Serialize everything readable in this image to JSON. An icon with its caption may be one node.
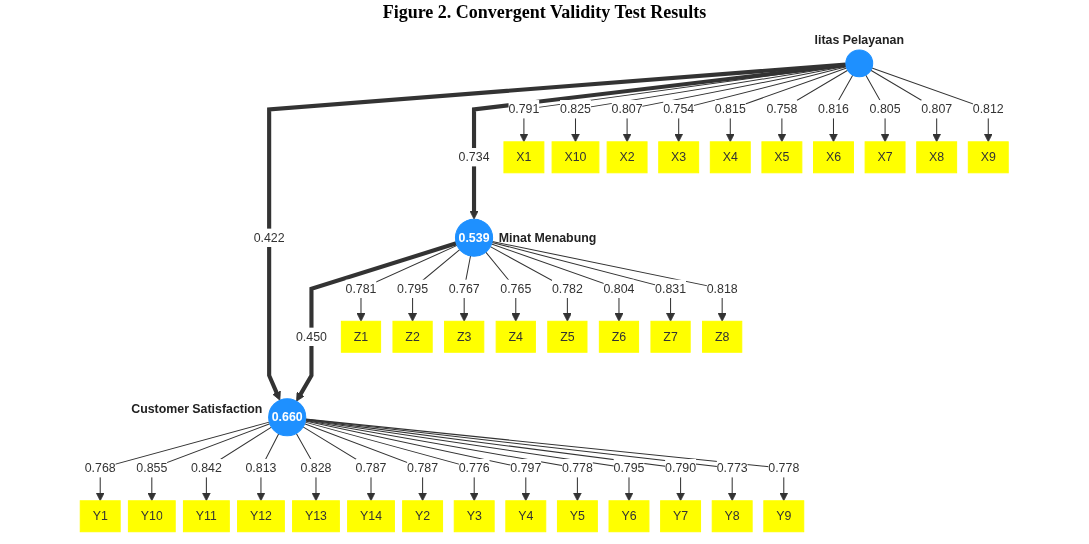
{
  "diagram": {
    "title": "Figure 2. Convergent Validity Test Results",
    "nodes": [
      {
        "text": [],
        "shape": "circle",
        "beside": [
          "litas Pelayanan"
        ]
      },
      {
        "text": [
          "0.660"
        ],
        "beside": [
          "Customer Satisfaction"
        ]
      },
      {
        "text": [
          "0.539"
        ],
        "beside": [
          "Minat Menabung"
        ]
      },
      {
        "text": [
          "X1"
        ]
      },
      {
        "text": [
          "X10"
        ]
      },
      {
        "text": [
          "X2"
        ]
      },
      {
        "text": [
          "X3"
        ]
      },
      {
        "text": [
          "X4"
        ]
      },
      {
        "text": [
          "X5"
        ]
      },
      {
        "text": [
          "X6"
        ]
      },
      {
        "text": [
          "X7"
        ]
      },
      {
        "text": [
          "X8"
        ]
      },
      {
        "text": [
          "X9"
        ]
      },
      {
        "text": [
          "Y1"
        ]
      },
      {
        "text": [
          "Y10"
        ]
      },
      {
        "text": [
          "Y11"
        ]
      },
      {
        "text": [
          "Y12"
        ]
      },
      {
        "text": [
          "Y13"
        ]
      },
      {
        "text": [
          "Y14"
        ]
      },
      {
        "text": [
          "Y2"
        ]
      },
      {
        "text": [
          "Y3"
        ]
      },
      {
        "text": [
          "Y4"
        ]
      },
      {
        "text": [
          "Y5"
        ]
      },
      {
        "text": [
          "Y6"
        ]
      },
      {
        "text": [
          "Y7"
        ]
      },
      {
        "text": [
          "Y8"
        ]
      },
      {
        "text": [
          "Y9"
        ]
      },
      {
        "text": [
          "Z1"
        ]
      },
      {
        "text": [
          "Z2"
        ]
      },
      {
        "text": [
          "Z3"
        ]
      },
      {
        "text": [
          "Z4"
        ]
      },
      {
        "text": [
          "Z5"
        ]
      },
      {
        "text": [
          "Z6"
        ]
      },
      {
        "text": [
          "Z7"
        ]
      },
      {
        "text": [
          "Z8"
        ]
      }
    ],
    "edges": [
      {
        "from": 0,
        "to": 1,
        "arrow": "to",
        "label": "0.422",
        "style": "thick"
      },
      {
        "from": 0,
        "to": 2,
        "arrow": "to",
        "label": "0.734",
        "style": "thick"
      },
      {
        "from": 2,
        "to": 1,
        "arrow": "to",
        "label": "0.450",
        "style": "thick"
      },
      {
        "from": 0,
        "to": 3,
        "arrow": "to",
        "label": "0.791"
      },
      {
        "from": 0,
        "to": 4,
        "arrow": "to",
        "label": "0.825"
      },
      {
        "from": 0,
        "to": 5,
        "arrow": "to",
        "label": "0.807"
      },
      {
        "from": 0,
        "to": 6,
        "arrow": "to",
        "label": "0.754"
      },
      {
        "from": 0,
        "to": 7,
        "arrow": "to",
        "label": "0.815"
      },
      {
        "from": 0,
        "to": 8,
        "arrow": "to",
        "label": "0.758"
      },
      {
        "from": 0,
        "to": 9,
        "arrow": "to",
        "label": "0.816"
      },
      {
        "from": 0,
        "to": 10,
        "arrow": "to",
        "label": "0.805"
      },
      {
        "from": 0,
        "to": 11,
        "arrow": "to",
        "label": "0.807"
      },
      {
        "from": 0,
        "to": 12,
        "arrow": "to",
        "label": "0.812"
      },
      {
        "from": 1,
        "to": 13,
        "arrow": "to",
        "label": "0.768"
      },
      {
        "from": 1,
        "to": 14,
        "arrow": "to",
        "label": "0.855"
      },
      {
        "from": 1,
        "to": 15,
        "arrow": "to",
        "label": "0.842"
      },
      {
        "from": 1,
        "to": 16,
        "arrow": "to",
        "label": "0.813"
      },
      {
        "from": 1,
        "to": 17,
        "arrow": "to",
        "label": "0.828"
      },
      {
        "from": 1,
        "to": 18,
        "arrow": "to",
        "label": "0.787"
      },
      {
        "from": 1,
        "to": 19,
        "arrow": "to",
        "label": "0.787"
      },
      {
        "from": 1,
        "to": 20,
        "arrow": "to",
        "label": "0.776"
      },
      {
        "from": 1,
        "to": 21,
        "arrow": "to",
        "label": "0.797"
      },
      {
        "from": 1,
        "to": 22,
        "arrow": "to",
        "label": "0.778"
      },
      {
        "from": 1,
        "to": 23,
        "arrow": "to",
        "label": "0.795"
      },
      {
        "from": 1,
        "to": 24,
        "arrow": "to",
        "label": "0.790"
      },
      {
        "from": 1,
        "to": 25,
        "arrow": "to",
        "label": "0.773"
      },
      {
        "from": 1,
        "to": 26,
        "arrow": "to",
        "label": "0.778"
      },
      {
        "from": 2,
        "to": 27,
        "arrow": "to",
        "label": "0.781"
      },
      {
        "from": 2,
        "to": 28,
        "arrow": "to",
        "label": "0.795"
      },
      {
        "from": 2,
        "to": 29,
        "arrow": "to",
        "label": "0.767"
      },
      {
        "from": 2,
        "to": 30,
        "arrow": "to",
        "label": "0.765"
      },
      {
        "from": 2,
        "to": 31,
        "arrow": "to",
        "label": "0.782"
      },
      {
        "from": 2,
        "to": 32,
        "arrow": "to",
        "label": "0.804"
      },
      {
        "from": 2,
        "to": 33,
        "arrow": "to",
        "label": "0.831"
      },
      {
        "from": 2,
        "to": 34,
        "arrow": "to",
        "label": "0.818"
      }
    ]
  }
}
